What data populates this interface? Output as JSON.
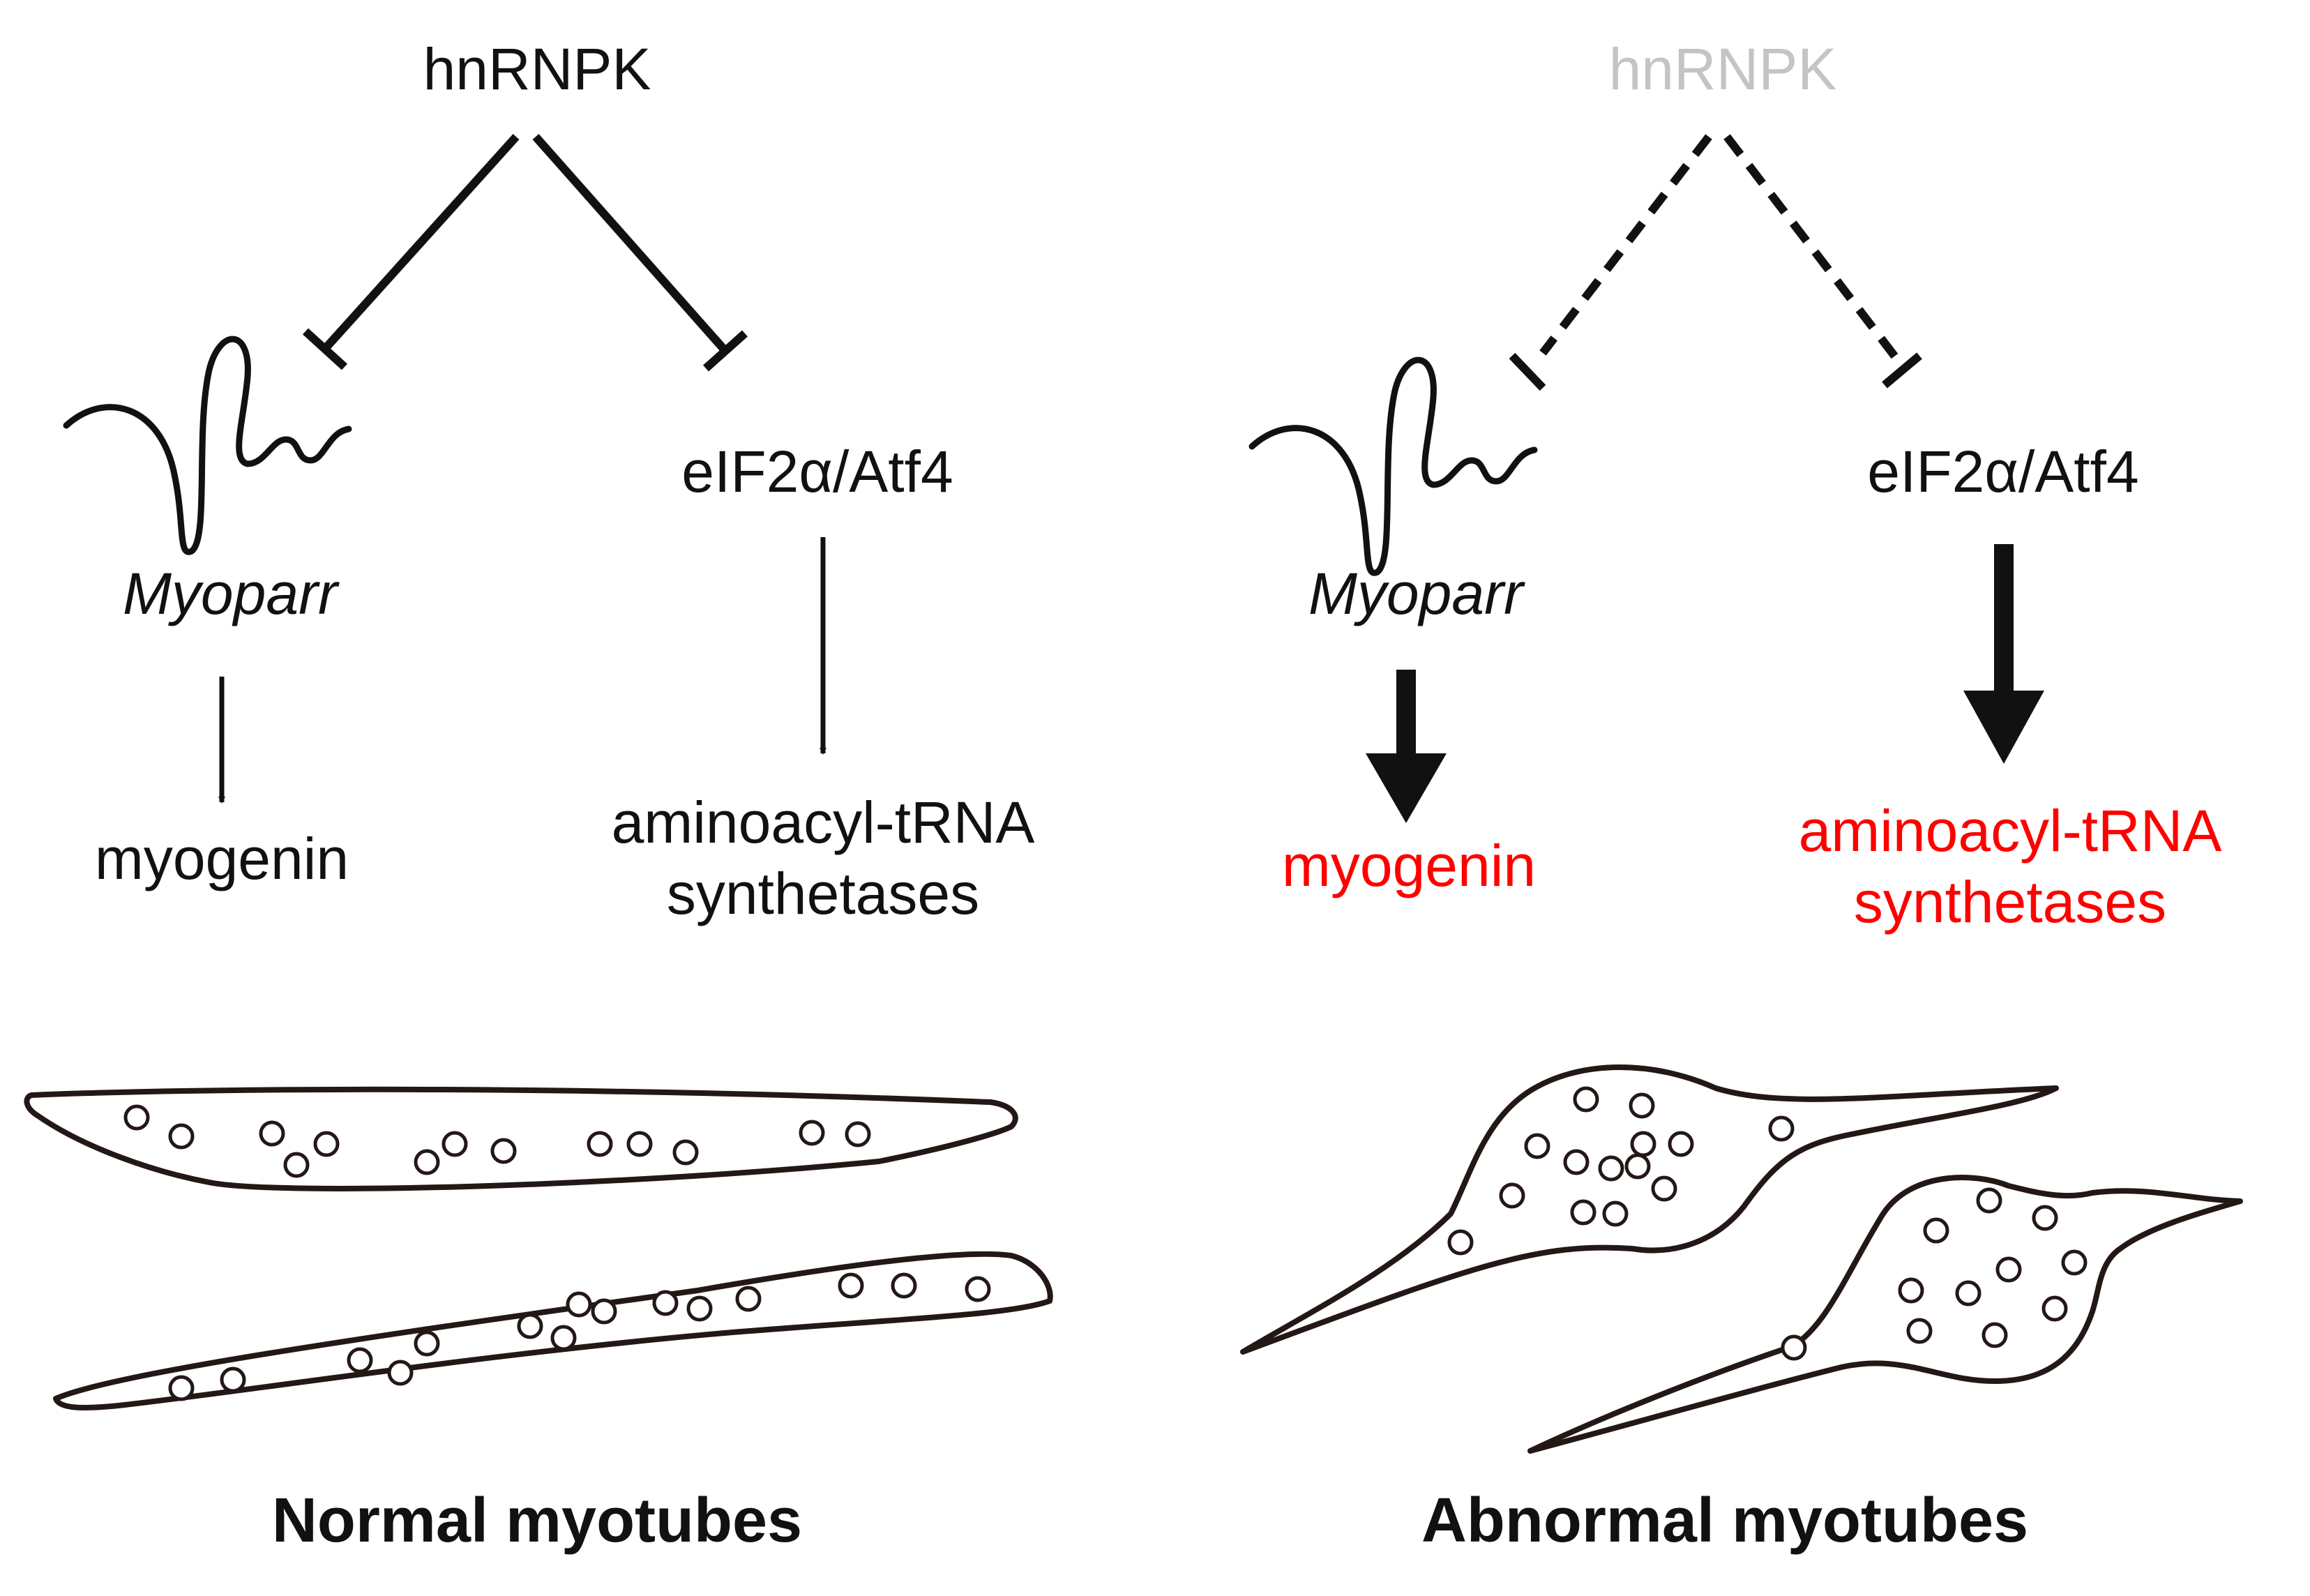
{
  "colors": {
    "normal_text": "#111111",
    "faded_text": "#c4c4c4",
    "highlight_text": "#ff0000"
  },
  "left_panel": {
    "regulator": "hnRNPK",
    "lncrna": "Myoparr",
    "pathway": "eIF2α/Atf4",
    "target1": "myogenin",
    "target2_line1": "aminoacyl-tRNA",
    "target2_line2": "synthetases",
    "caption": "Normal myotubes"
  },
  "right_panel": {
    "regulator": "hnRNPK",
    "lncrna": "Myoparr",
    "pathway": "eIF2α/Atf4",
    "target1": "myogenin",
    "target2_line1": "aminoacyl-tRNA",
    "target2_line2": "synthetases",
    "caption": "Abnormal myotubes"
  }
}
